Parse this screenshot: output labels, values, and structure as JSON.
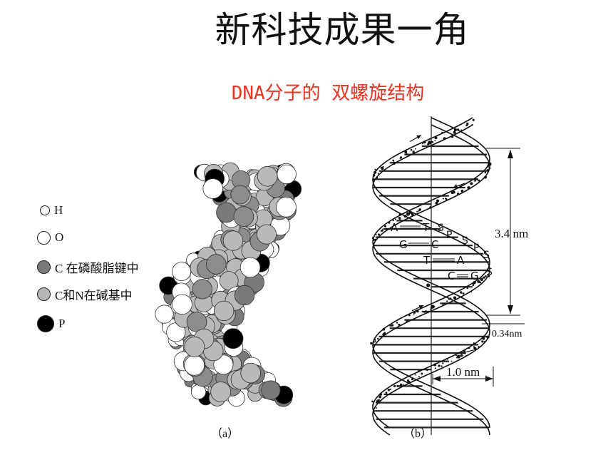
{
  "title": "新科技成果一角",
  "subtitle": "DNA分子的 双螺旋结构",
  "legend": [
    {
      "label": "H",
      "fill": "#ffffff",
      "size": 14
    },
    {
      "label": "O",
      "fill": "#ffffff",
      "size": 19
    },
    {
      "label": "C 在磷酸脂键中",
      "fill": "#7a7a7a",
      "size": 19
    },
    {
      "label": "C和N在碱基中",
      "fill": "#b5b5b5",
      "size": 19
    },
    {
      "label": "P",
      "fill": "#000000",
      "size": 24
    }
  ],
  "panel_a_caption": "（a）",
  "panel_b_caption": "（b）",
  "helix": {
    "pitch_label": "3.4 nm",
    "rise_label": "0.34nm",
    "width_label": "1.0 nm",
    "base_pairs": [
      {
        "left": "A",
        "right": "T"
      },
      {
        "left": "G",
        "right": "C"
      },
      {
        "left": "T",
        "right": "A"
      },
      {
        "left": "C",
        "right": "G"
      }
    ],
    "sugar_labels": [
      "S",
      "P",
      "S",
      "P",
      "S",
      "S"
    ]
  }
}
